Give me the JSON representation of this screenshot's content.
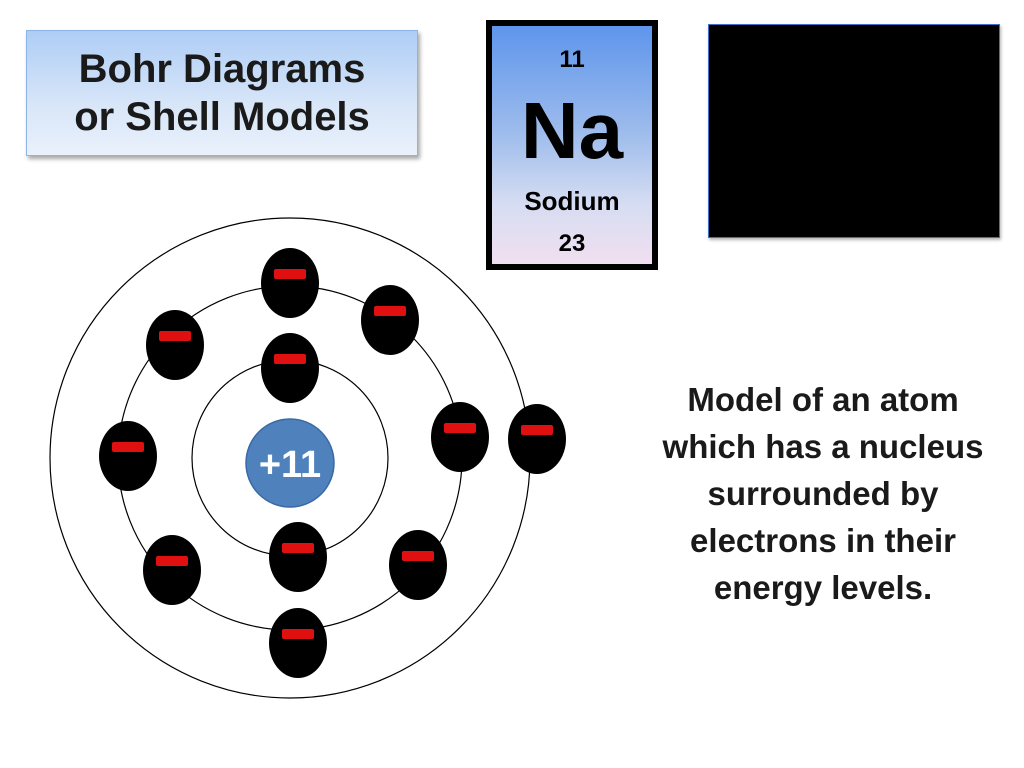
{
  "title": {
    "line1": "Bohr Diagrams",
    "line2": "or Shell Models"
  },
  "element": {
    "atomic_number": "11",
    "symbol": "Na",
    "name": "Sodium",
    "mass": "23"
  },
  "nucleus": {
    "label": "+11",
    "color": "#4f81bd"
  },
  "electron": {
    "sign_color": "#e01010",
    "body_color": "#000000"
  },
  "shells": [
    {
      "name": "shell-1",
      "electrons": 2
    },
    {
      "name": "shell-2",
      "electrons": 8
    },
    {
      "name": "shell-3",
      "electrons": 1
    }
  ],
  "description": {
    "line1": "Model of an atom",
    "line2": "which has a nucleus",
    "line3": "surrounded by",
    "line4": "electrons in their",
    "line5": "energy levels."
  }
}
